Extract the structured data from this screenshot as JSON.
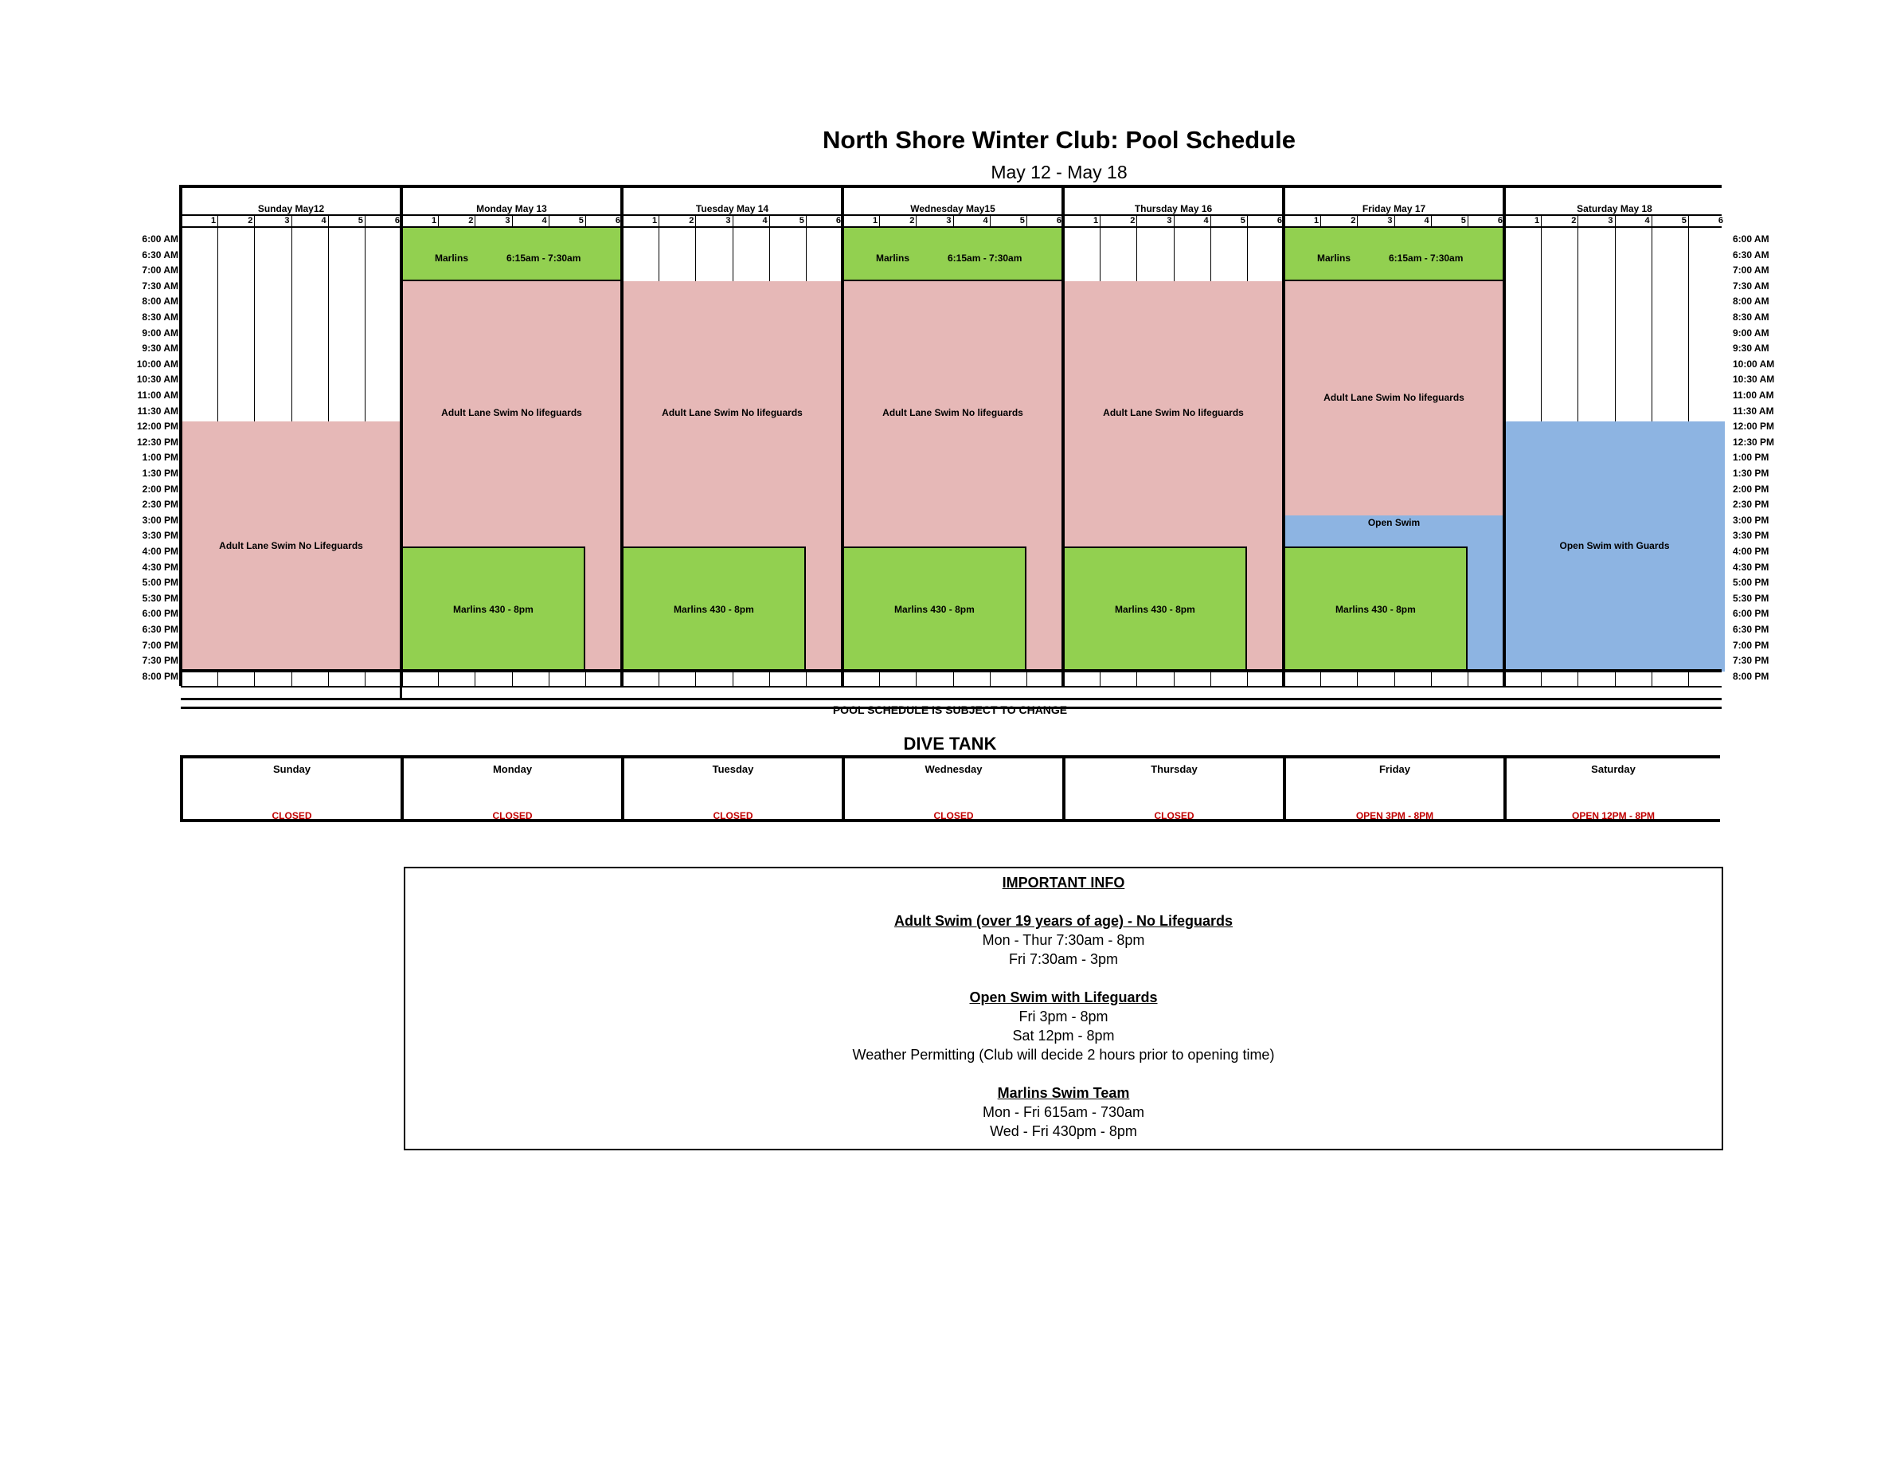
{
  "title": "North Shore Winter Club: Pool Schedule",
  "date_range": "May 12 - May 18",
  "lane_numbers": [
    "1",
    "2",
    "3",
    "4",
    "5",
    "6"
  ],
  "times": [
    "6:00 AM",
    "6:30 AM",
    "7:00 AM",
    "7:30 AM",
    "8:00 AM",
    "8:30 AM",
    "9:00 AM",
    "9:30 AM",
    "10:00 AM",
    "10:30 AM",
    "11:00 AM",
    "11:30 AM",
    "12:00 PM",
    "12:30 PM",
    "1:00 PM",
    "1:30 PM",
    "2:00 PM",
    "2:30 PM",
    "3:00 PM",
    "3:30 PM",
    "4:00 PM",
    "4:30 PM",
    "5:00 PM",
    "5:30 PM",
    "6:00 PM",
    "6:30 PM",
    "7:00 PM",
    "7:30 PM",
    "8:00 PM"
  ],
  "days": [
    {
      "label": "Sunday May12"
    },
    {
      "label": "Monday May 13"
    },
    {
      "label": "Tuesday May 14"
    },
    {
      "label": "Wednesday May15"
    },
    {
      "label": "Thursday May 16"
    },
    {
      "label": "Friday May 17"
    },
    {
      "label": "Saturday May 18"
    }
  ],
  "blocks": [
    {
      "day": 0,
      "start": 12,
      "end": 28,
      "lanes": [
        0,
        6
      ],
      "kind": "pink",
      "label": "Adult Lane Swim No Lifeguards"
    },
    {
      "day": 1,
      "start": 0,
      "end": 3,
      "lanes": [
        0,
        6
      ],
      "kind": "green",
      "label": "Marlins",
      "label2": "6:15am - 7:30am"
    },
    {
      "day": 1,
      "start": 3,
      "end": 28,
      "lanes": [
        0,
        6
      ],
      "kind": "pink",
      "label": "Adult Lane Swim No lifeguards",
      "labelRow": 11.5
    },
    {
      "day": 1,
      "start": 20,
      "end": 28,
      "lanes": [
        0,
        5
      ],
      "kind": "green",
      "label": "Marlins 430 - 8pm"
    },
    {
      "day": 2,
      "start": 3,
      "end": 28,
      "lanes": [
        0,
        6
      ],
      "kind": "pink",
      "label": "Adult Lane Swim No lifeguards",
      "labelRow": 11.5
    },
    {
      "day": 2,
      "start": 20,
      "end": 28,
      "lanes": [
        0,
        5
      ],
      "kind": "green",
      "label": "Marlins 430 - 8pm"
    },
    {
      "day": 3,
      "start": 0,
      "end": 3,
      "lanes": [
        0,
        6
      ],
      "kind": "green",
      "label": "Marlins",
      "label2": "6:15am - 7:30am"
    },
    {
      "day": 3,
      "start": 3,
      "end": 28,
      "lanes": [
        0,
        6
      ],
      "kind": "pink",
      "label": "Adult Lane Swim No lifeguards",
      "labelRow": 11.5
    },
    {
      "day": 3,
      "start": 20,
      "end": 28,
      "lanes": [
        0,
        5
      ],
      "kind": "green",
      "label": "Marlins 430 - 8pm"
    },
    {
      "day": 4,
      "start": 3,
      "end": 28,
      "lanes": [
        0,
        6
      ],
      "kind": "pink",
      "label": "Adult Lane Swim No lifeguards",
      "labelRow": 11.5
    },
    {
      "day": 4,
      "start": 20,
      "end": 28,
      "lanes": [
        0,
        5
      ],
      "kind": "green",
      "label": "Marlins 430 - 8pm"
    },
    {
      "day": 5,
      "start": 0,
      "end": 3,
      "lanes": [
        0,
        6
      ],
      "kind": "green",
      "label": "Marlins",
      "label2": "6:15am - 7:30am"
    },
    {
      "day": 5,
      "start": 3,
      "end": 18,
      "lanes": [
        0,
        6
      ],
      "kind": "pink",
      "label": "Adult Lane Swim No lifeguards"
    },
    {
      "day": 5,
      "start": 18,
      "end": 28,
      "lanes": [
        0,
        6
      ],
      "kind": "blue",
      "label": "Open Swim",
      "labelRow": 18.5
    },
    {
      "day": 5,
      "start": 20,
      "end": 28,
      "lanes": [
        0,
        5
      ],
      "kind": "green",
      "label": "Marlins 430 - 8pm"
    },
    {
      "day": 6,
      "start": 12,
      "end": 28,
      "lanes": [
        0,
        6
      ],
      "kind": "blue",
      "label": "Open Swim with Guards"
    }
  ],
  "notice": "POOL SCHEDULE IS SUBJECT TO CHANGE",
  "dive_tank": {
    "title": "DIVE TANK",
    "days": [
      {
        "name": "Sunday",
        "status": "CLOSED"
      },
      {
        "name": "Monday",
        "status": "CLOSED"
      },
      {
        "name": "Tuesday",
        "status": "CLOSED"
      },
      {
        "name": "Wednesday",
        "status": "CLOSED"
      },
      {
        "name": "Thursday",
        "status": "CLOSED"
      },
      {
        "name": "Friday",
        "status": "OPEN 3PM - 8PM"
      },
      {
        "name": "Saturday",
        "status": "OPEN 12PM - 8PM"
      }
    ],
    "status_color": "#c00000"
  },
  "info": {
    "heading": "IMPORTANT INFO",
    "adult_heading": "Adult Swim (over 19 years of age) - No Lifeguards",
    "adult_line1": "Mon - Thur 7:30am - 8pm",
    "adult_line2": "Fri 7:30am - 3pm",
    "open_heading": "Open Swim with Lifeguards",
    "open_line1": "Fri 3pm - 8pm",
    "open_line2": "Sat 12pm - 8pm",
    "open_line3": "Weather Permitting (Club will decide 2 hours prior to opening time)",
    "marlins_heading": "Marlins Swim Team",
    "marlins_line1": "Mon - Fri 615am - 730am",
    "marlins_line2": "Wed - Fri 430pm - 8pm"
  },
  "colors": {
    "adult": "#e6b8b7",
    "marlins": "#92d050",
    "open": "#8db4e2"
  }
}
